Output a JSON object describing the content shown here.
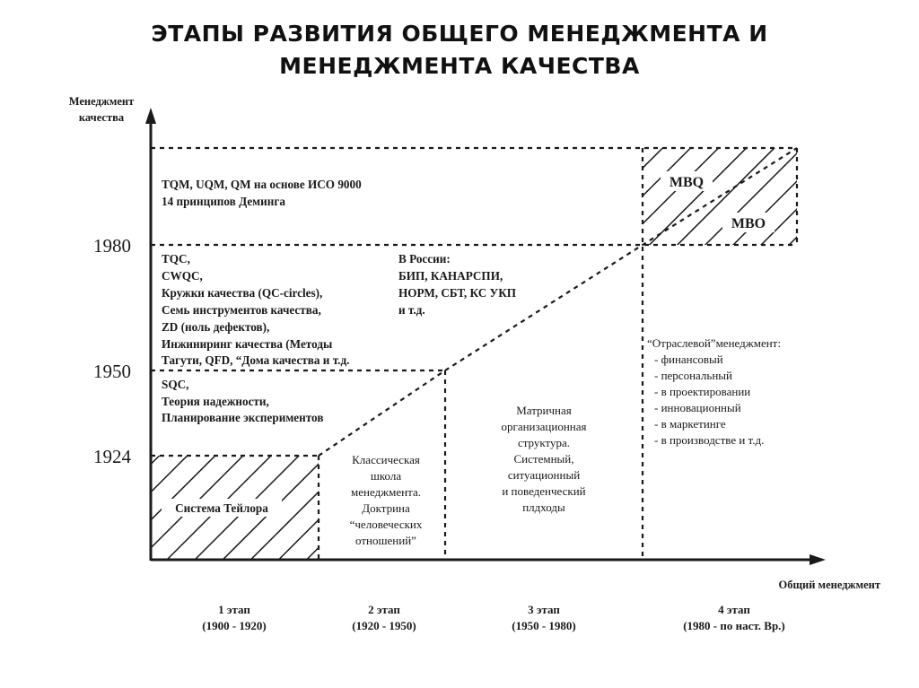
{
  "title": {
    "line1": "ЭТАПЫ РАЗВИТИЯ ОБЩЕГО МЕНЕДЖМЕНТА И",
    "line2": "МЕНЕДЖМЕНТА КАЧЕСТВА"
  },
  "axes": {
    "y_label_line1": "Менеджмент",
    "y_label_line2": "качества",
    "x_label": "Общий менеджмент"
  },
  "years": [
    "1980",
    "1950",
    "1924"
  ],
  "blocks": {
    "top_left": [
      "TQM, UQM, QM на основе ИСО 9000",
      "14 принципов Деминга"
    ],
    "tqc_list": [
      "TQC,",
      "CWQC,",
      "Кружки качества (QC-circles),",
      "Семь инструментов качества,",
      "ZD (ноль дефектов),",
      "Инжиниринг качества (Методы",
      "Тагути, QFD, “Дома качества и т.д."
    ],
    "russia": [
      "В России:",
      "БИП, КАНАРСПИ,",
      "НОРМ, СБТ, КС УКП",
      "и т.д."
    ],
    "sqc": [
      "SQC,",
      "Теория надежности,",
      "Планирование экспериментов"
    ],
    "taylor": "Система Тейлора",
    "classic": [
      "Классическая",
      "школа",
      "менеджмента.",
      "Доктрина",
      "“человеческих",
      "отношений”"
    ],
    "matrix": [
      "Матричная",
      "организационная",
      "структура.",
      "Системный,",
      "ситуационный",
      "и поведенческий",
      "плдходы"
    ],
    "industry": [
      "“Отраслевой”менеджмент:",
      "- финансовый",
      "- персональный",
      "- в проектировании",
      "- инновационный",
      "- в маркетинге",
      "- в производстве и т.д."
    ],
    "mbq": "MBQ",
    "mbo": "MBO"
  },
  "stages": [
    {
      "name": "1 этап",
      "period": "(1900 - 1920)"
    },
    {
      "name": "2 этап",
      "period": "(1920 - 1950)"
    },
    {
      "name": "3 этап",
      "period": "(1950 - 1980)"
    },
    {
      "name": "4 этап",
      "period": "(1980 - по наст. Вр.)"
    }
  ]
}
